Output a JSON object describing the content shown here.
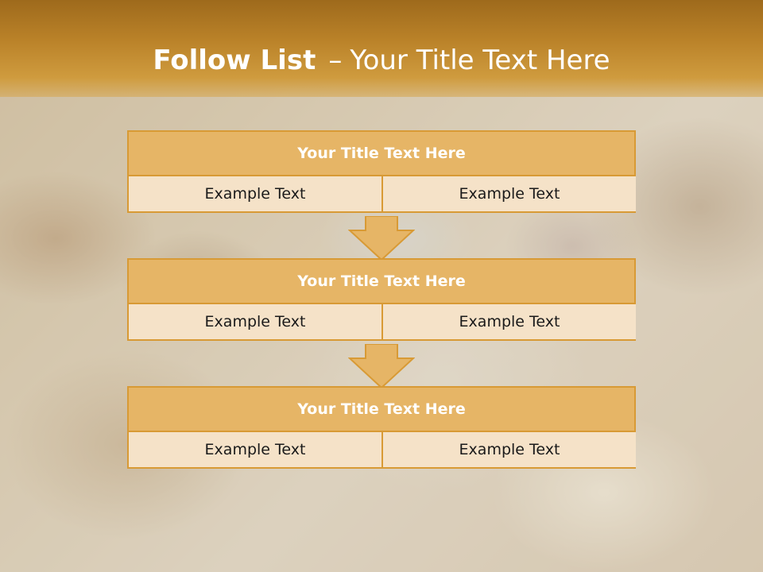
{
  "slide": {
    "title_bold": "Follow List",
    "title_dash": "–",
    "title_rest": "Your Title Text Here"
  },
  "steps": [
    {
      "title": "Your Title Text Here",
      "left": "Example Text",
      "right": "Example Text"
    },
    {
      "title": "Your Title Text Here",
      "left": "Example Text",
      "right": "Example Text"
    },
    {
      "title": "Your Title Text Here",
      "left": "Example Text",
      "right": "Example Text"
    }
  ],
  "colors": {
    "header": "#b98128",
    "card_title_bg": "#e6b566",
    "card_cell_bg": "#f5e2c8",
    "border": "#d89a35"
  },
  "icons": [
    "down-arrow-icon"
  ]
}
